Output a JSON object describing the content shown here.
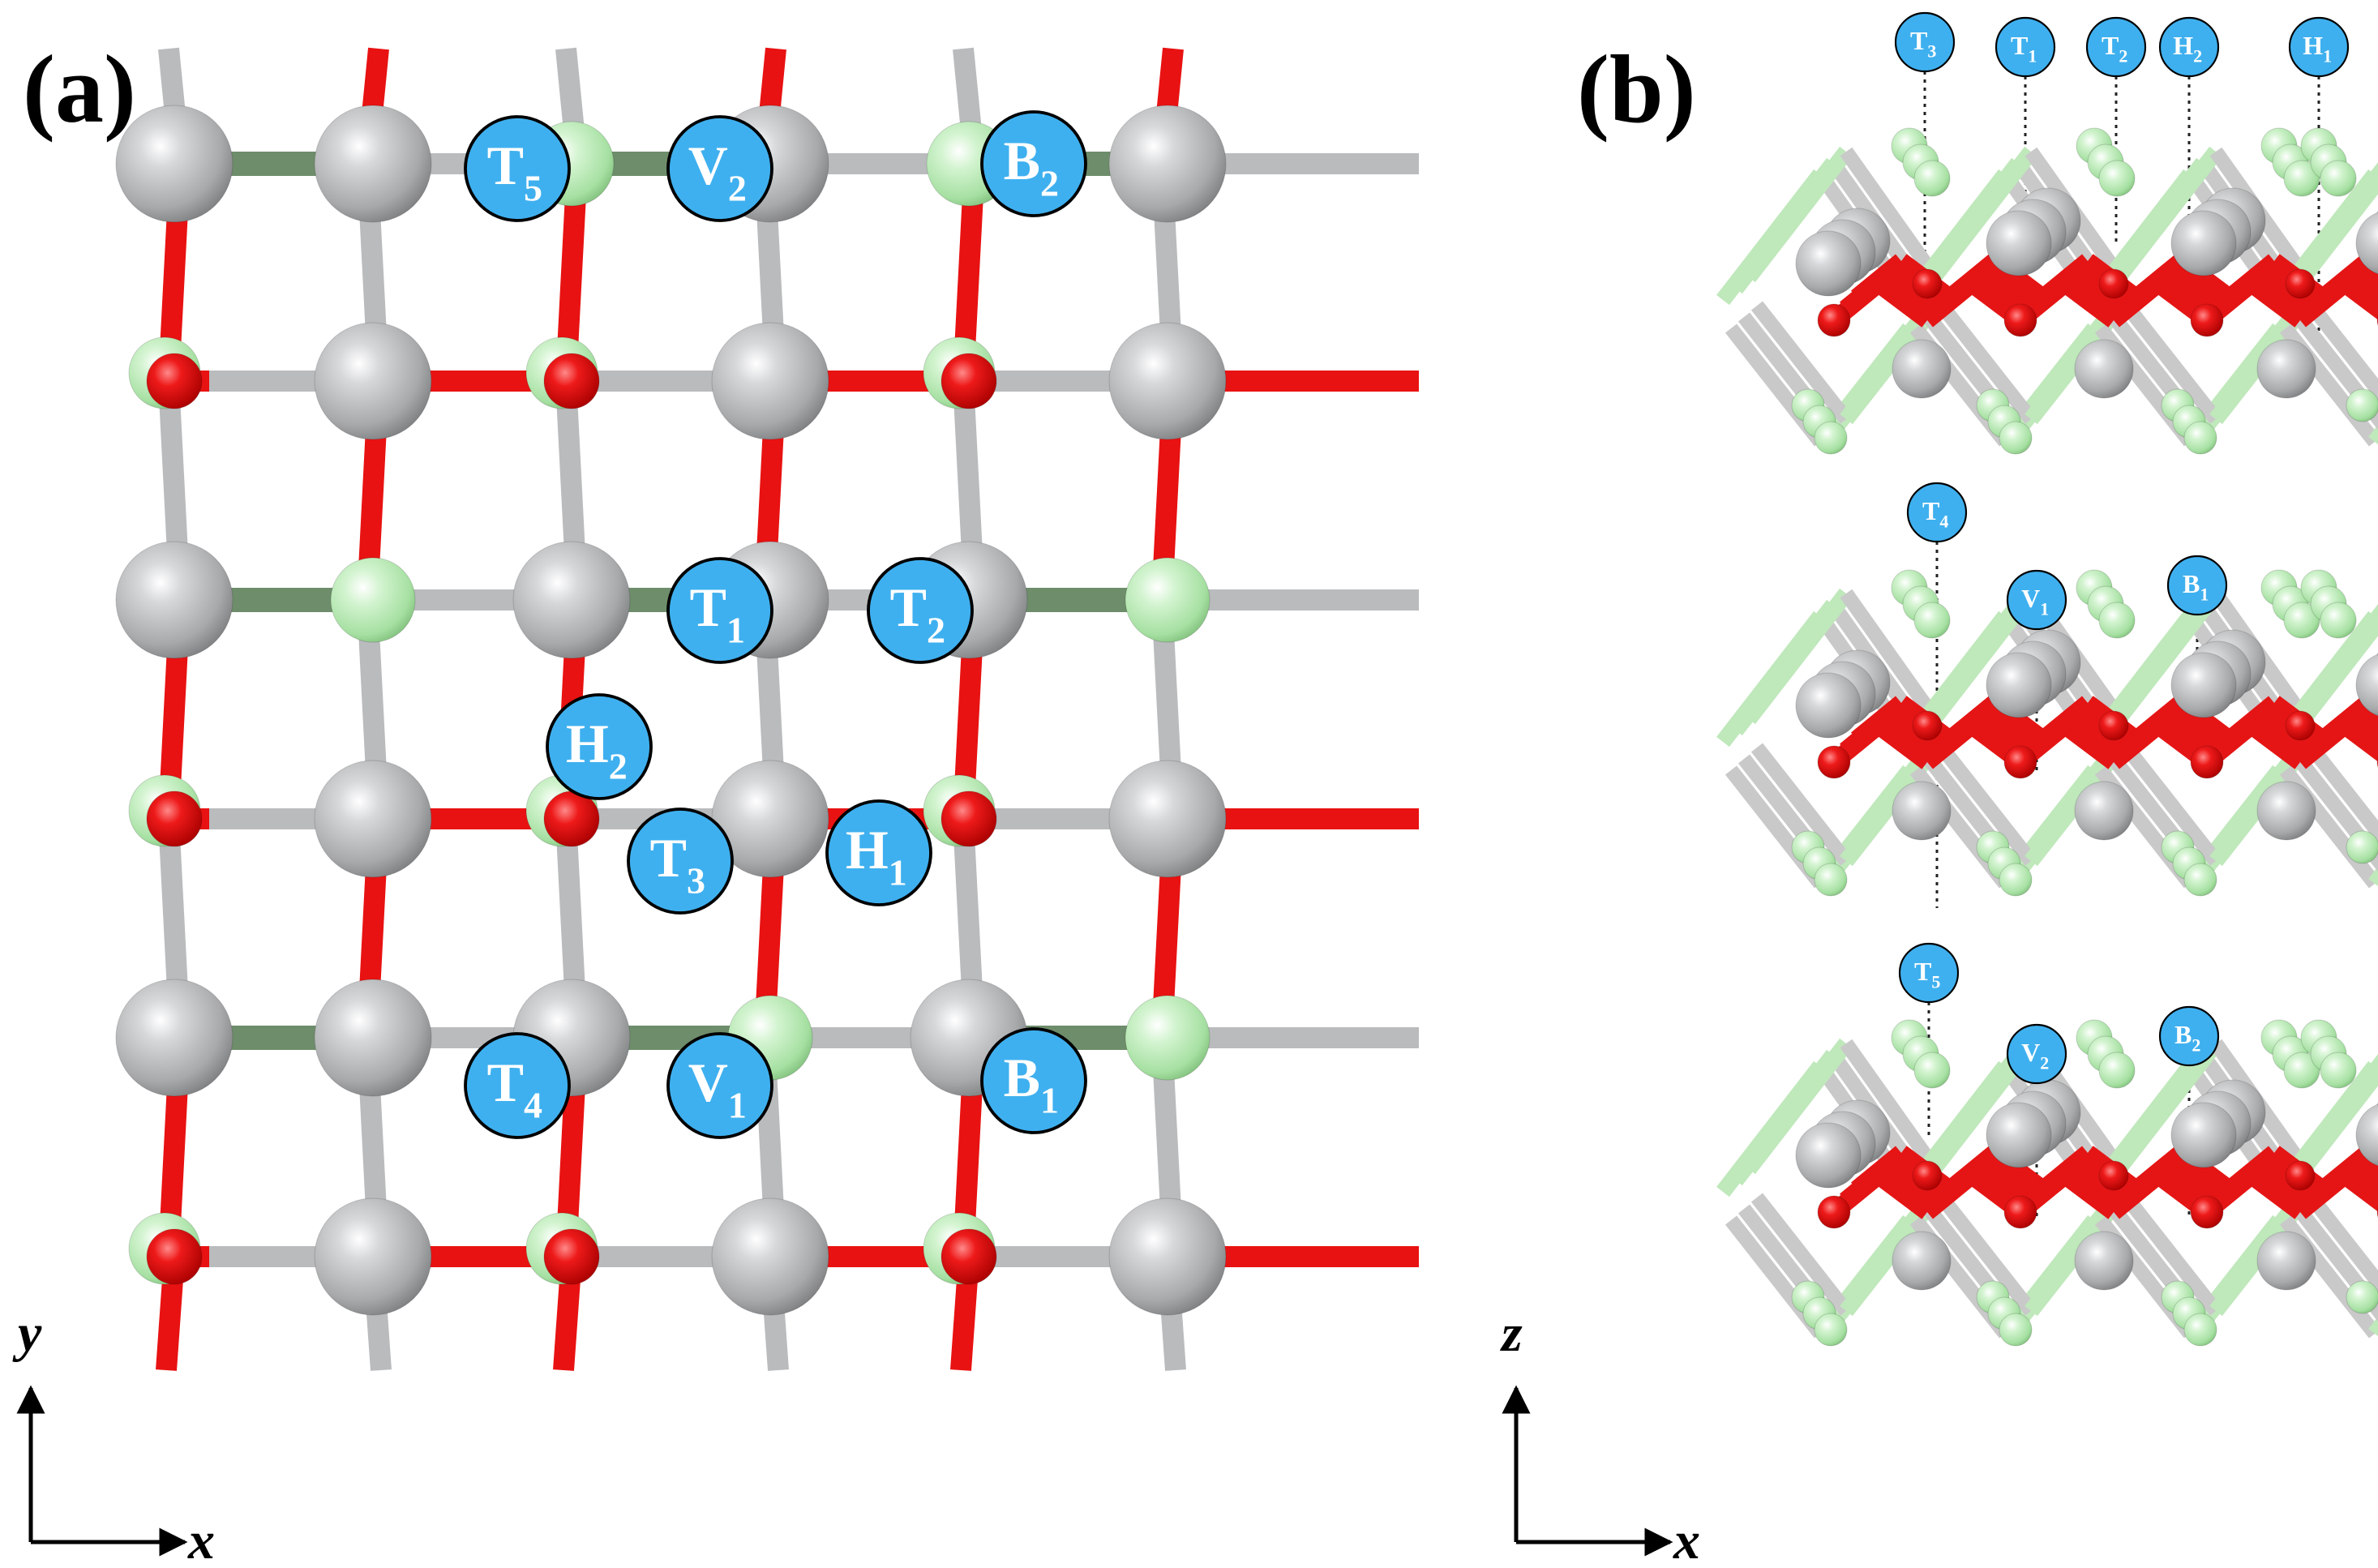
{
  "panels": {
    "a": {
      "label": "(a)"
    },
    "b": {
      "label": "(b)"
    }
  },
  "axes": {
    "a": {
      "vertical": "y",
      "horizontal": "x"
    },
    "b": {
      "vertical": "z",
      "horizontal": "x"
    }
  },
  "colors": {
    "metal_atom": "#a9abad",
    "oxygen_atom": "#e81010",
    "halide_atom": "#b6ecb4",
    "site_marker": "#3fb0ef",
    "marker_border": "#000000"
  },
  "sites_top_view": [
    {
      "main": "T",
      "sub": "5"
    },
    {
      "main": "V",
      "sub": "2"
    },
    {
      "main": "B",
      "sub": "2"
    },
    {
      "main": "T",
      "sub": "1"
    },
    {
      "main": "T",
      "sub": "2"
    },
    {
      "main": "H",
      "sub": "2"
    },
    {
      "main": "T",
      "sub": "3"
    },
    {
      "main": "H",
      "sub": "1"
    },
    {
      "main": "T",
      "sub": "4"
    },
    {
      "main": "V",
      "sub": "1"
    },
    {
      "main": "B",
      "sub": "1"
    }
  ],
  "sites_side_view": [
    {
      "main": "T",
      "sub": "3"
    },
    {
      "main": "T",
      "sub": "1"
    },
    {
      "main": "T",
      "sub": "2"
    },
    {
      "main": "H",
      "sub": "2"
    },
    {
      "main": "H",
      "sub": "1"
    },
    {
      "main": "T",
      "sub": "4"
    },
    {
      "main": "V",
      "sub": "1"
    },
    {
      "main": "B",
      "sub": "1"
    },
    {
      "main": "T",
      "sub": "5"
    },
    {
      "main": "V",
      "sub": "2"
    },
    {
      "main": "B",
      "sub": "2"
    }
  ]
}
